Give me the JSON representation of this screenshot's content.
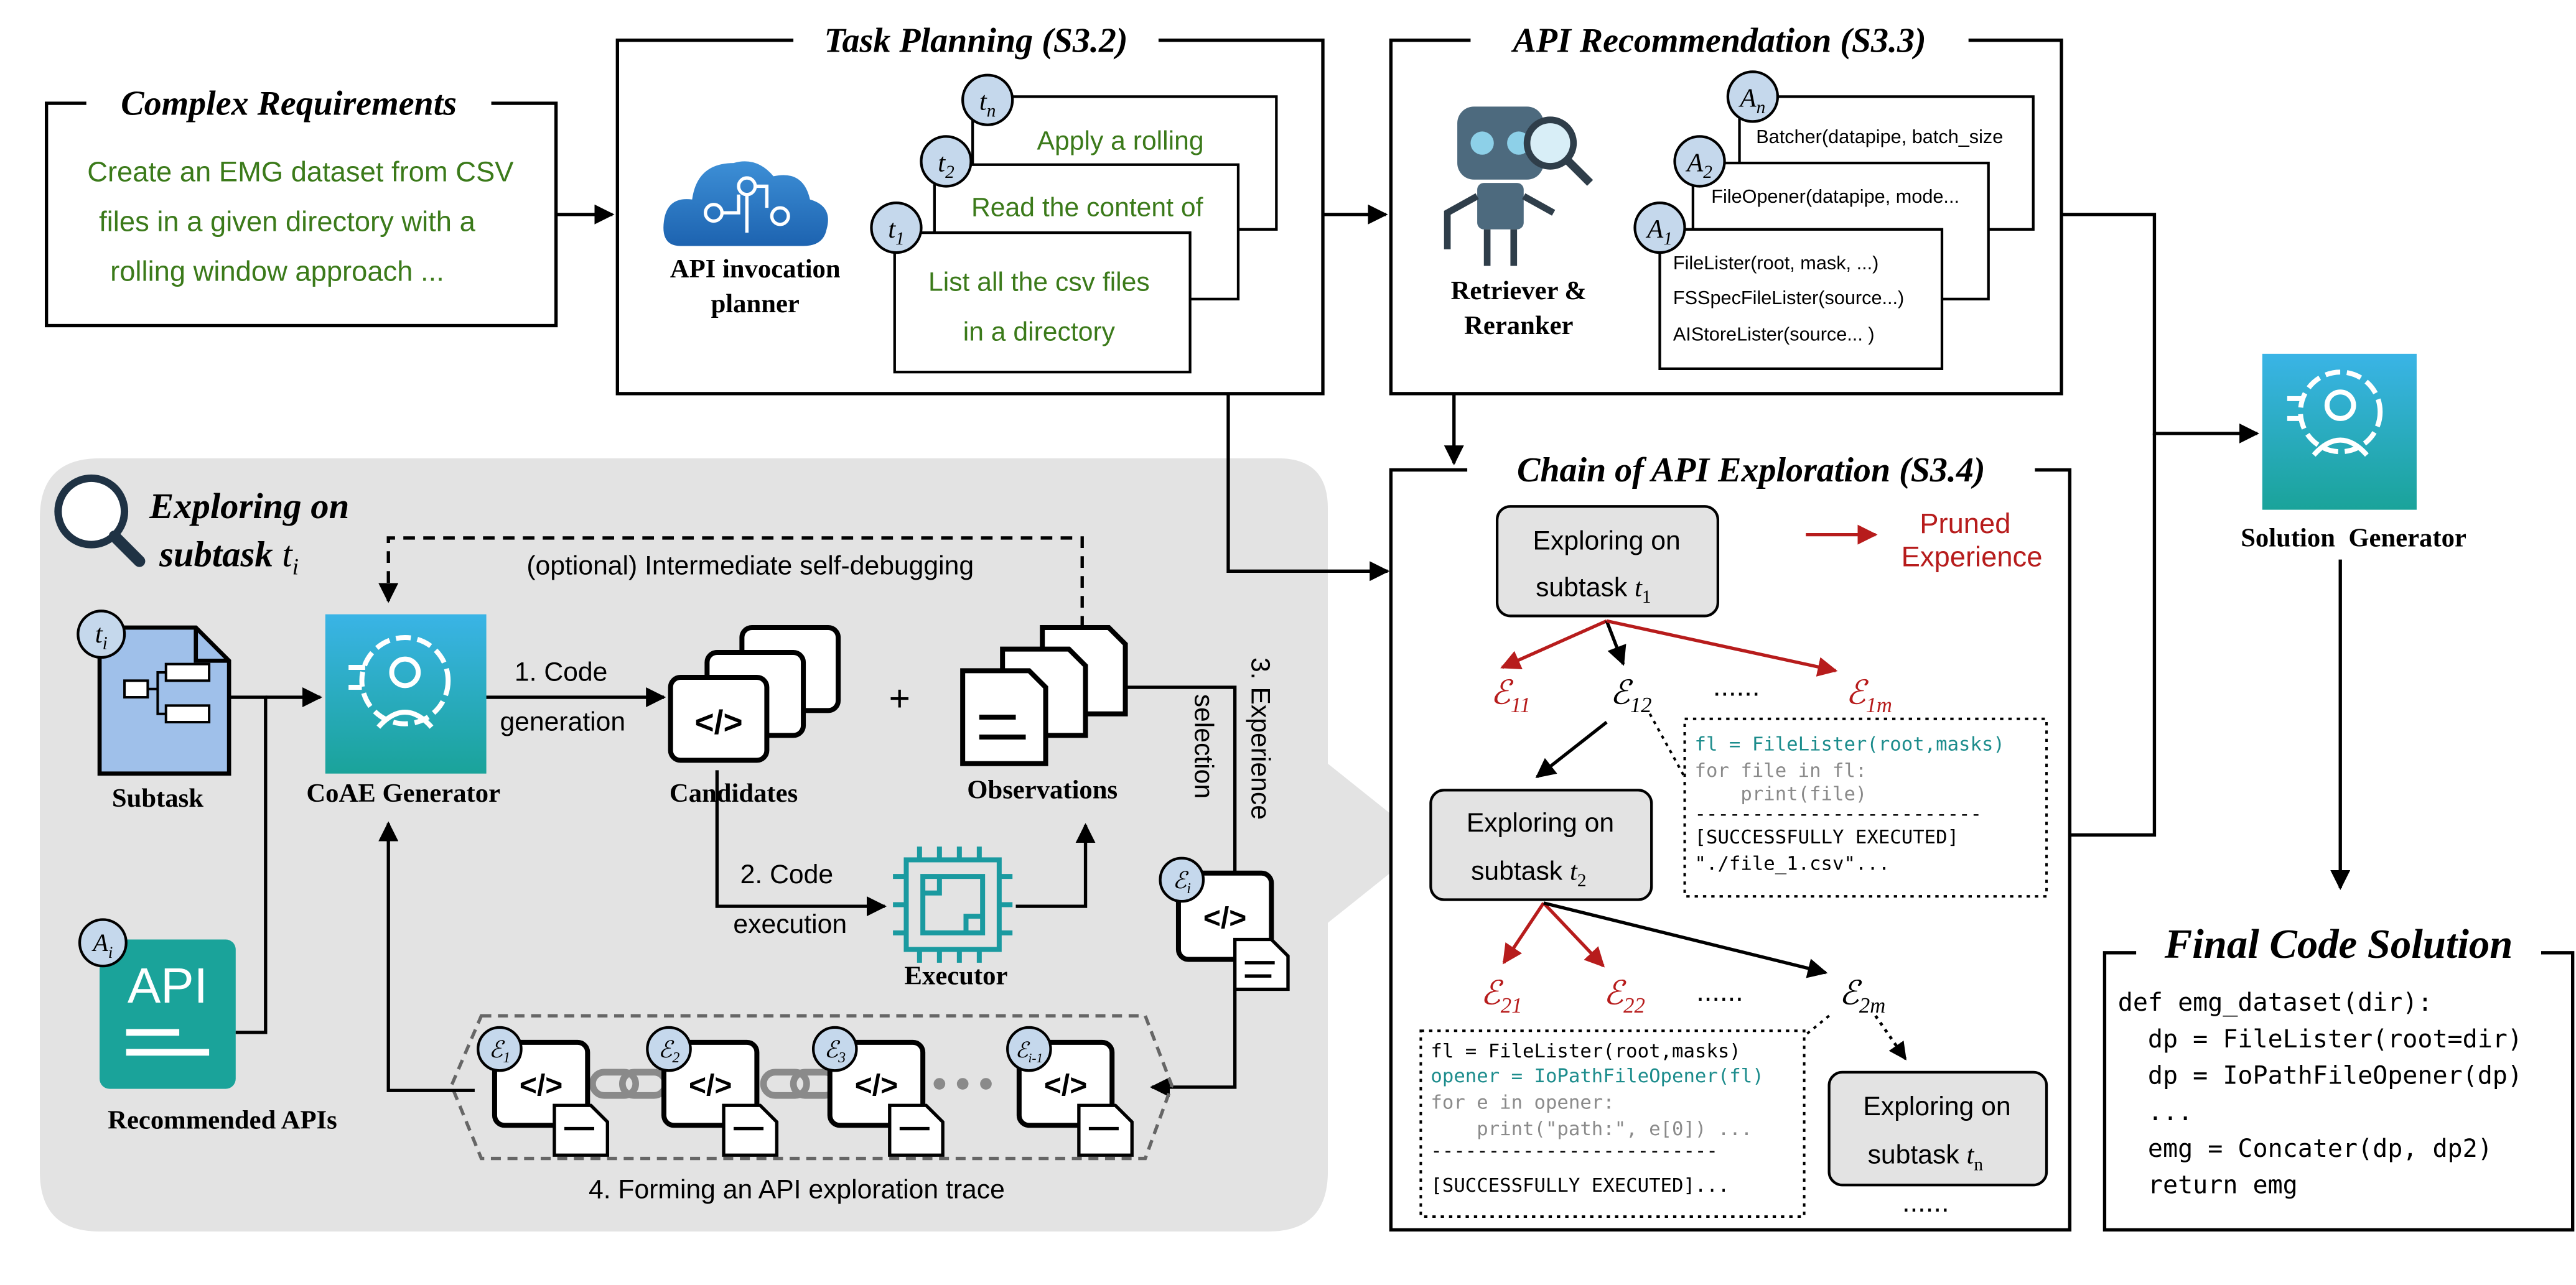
{
  "complex_requirements": {
    "title": "Complex Requirements",
    "lines": [
      "Create an EMG dataset from CSV",
      "files in a given directory with a",
      "rolling window approach ..."
    ]
  },
  "task_planning": {
    "title": "Task Planning (S3.2)",
    "planner_label": [
      "API invocation",
      "planner"
    ],
    "task_1": [
      "List all the csv files",
      "in a directory"
    ],
    "task_2": "Read the content of",
    "task_n": "Apply a rolling",
    "badges": [
      "t1",
      "t2",
      "tn"
    ]
  },
  "api_recommendation": {
    "title": "API Recommendation (S3.3)",
    "retriever_label": [
      "Retriever &",
      "Reranker"
    ],
    "card_1": [
      "FileLister(root, mask, ...)",
      "FSSpecFileLister(source...)",
      "AIStoreLister(source... )"
    ],
    "card_2": "FileOpener(datapipe, mode...",
    "card_n": "Batcher(datapipe, batch_size",
    "badges": [
      "A1",
      "A2",
      "An"
    ]
  },
  "solution_generator": {
    "label": "Solution  Generator"
  },
  "final_code": {
    "title": "Final Code Solution",
    "lines": [
      "def emg_dataset(dir):",
      "  dp = FileLister(root=dir)",
      "  dp = IoPathFileOpener(dp)",
      "  ...",
      "  emg = Concater(dp, dp2)",
      "  return emg"
    ]
  },
  "exploring_panel": {
    "title_line1": "Exploring on",
    "title_line2": "subtask",
    "debug_label": "(optional) Intermediate self-debugging",
    "subtask_label": "Subtask",
    "apis_label": "Recommended APIs",
    "api_icon_text": "API",
    "generator_label": "CoAE Generator",
    "candidates_label": "Candidates",
    "observations_label": "Observations",
    "executor_label": "Executor",
    "step1": [
      "1. Code",
      "generation"
    ],
    "step2": [
      "2. Code",
      "execution"
    ],
    "step3": [
      "3. Experience",
      "selection"
    ],
    "step4": "4. Forming an API exploration trace",
    "plus": "+"
  },
  "chain_exploration": {
    "title": "Chain of API Exploration (S3.4)",
    "pruned": [
      "Pruned",
      "Experience"
    ],
    "node_1": [
      "Exploring on",
      "subtask"
    ],
    "node_2": [
      "Exploring on",
      "subtask"
    ],
    "node_n": [
      "Exploring on",
      "subtask"
    ],
    "ellipsis": "......",
    "code_box_1": {
      "line1": "fl = FileLister(root,masks)",
      "line2": "for file in fl:",
      "line3": "    print(file)",
      "rule": "-------------------------",
      "line4": "[SUCCESSFULLY EXECUTED]",
      "line5": "\"./file_1.csv\"..."
    },
    "code_box_2": {
      "line1": "fl = FileLister(root,masks)",
      "line2": "opener = IoPathFileOpener(fl)",
      "line3": "for e in opener:",
      "line4": "    print(\"path:\", e[0]) ...",
      "rule": "-------------------------",
      "line5": "[SUCCESSFULLY EXECUTED]..."
    }
  },
  "colors": {
    "green_text": "#3b7a1a",
    "pruned_red": "#b71c1c",
    "highlight_teal": "#1c8c8c",
    "panel_gray": "#e3e3e3"
  }
}
